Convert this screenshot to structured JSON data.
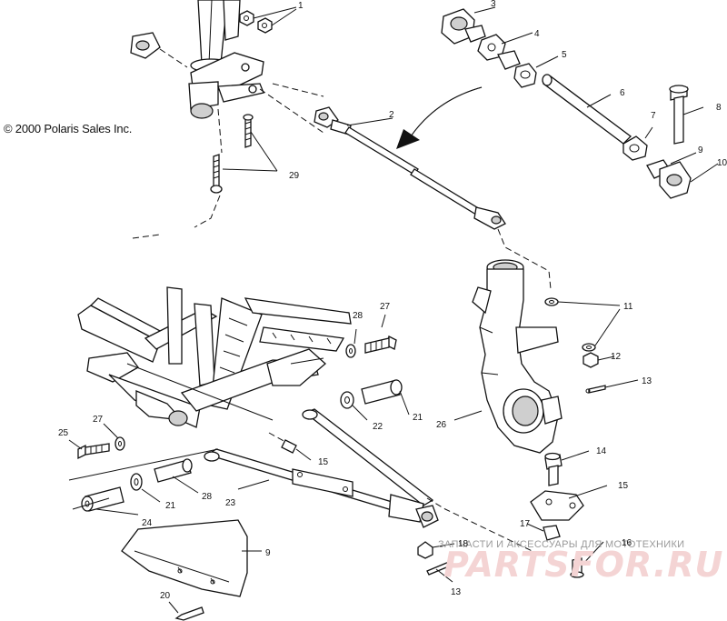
{
  "copyright": "© 2000 Polaris Sales Inc.",
  "callouts": [
    "1",
    "3",
    "4",
    "5",
    "6",
    "2",
    "7",
    "8",
    "9",
    "10",
    "29",
    "11",
    "12",
    "13",
    "27",
    "28",
    "21",
    "22",
    "26",
    "14",
    "15",
    "25",
    "27",
    "28",
    "23",
    "24",
    "21",
    "22",
    "17",
    "18",
    "16",
    "9",
    "20",
    "13"
  ],
  "watermark": {
    "caption": "ЗАПЧАСТИ И АКСЕССУАРЫ ДЛЯ МОТОТЕХНИКИ",
    "logo": "PARTSFOR.RU"
  }
}
